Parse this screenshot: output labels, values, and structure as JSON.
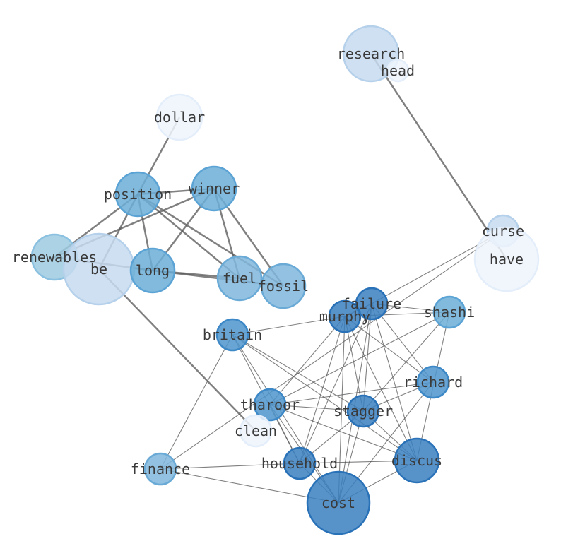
{
  "nodes": [
    {
      "id": "research",
      "label": "research",
      "tone": "light"
    },
    {
      "id": "head",
      "label": "head",
      "tone": "pale"
    },
    {
      "id": "dollar",
      "label": "dollar",
      "tone": "pale"
    },
    {
      "id": "position",
      "label": "position",
      "tone": "mid"
    },
    {
      "id": "winner",
      "label": "winner",
      "tone": "mid"
    },
    {
      "id": "renewables",
      "label": "renewables",
      "tone": "soft"
    },
    {
      "id": "be",
      "label": "be",
      "tone": "light"
    },
    {
      "id": "long",
      "label": "long",
      "tone": "mid"
    },
    {
      "id": "fuel",
      "label": "fuel",
      "tone": "midsoft"
    },
    {
      "id": "fossil",
      "label": "fossil",
      "tone": "midsoft"
    },
    {
      "id": "curse",
      "label": "curse",
      "tone": "light"
    },
    {
      "id": "have",
      "label": "have",
      "tone": "pale"
    },
    {
      "id": "failure",
      "label": "failure",
      "tone": "dark"
    },
    {
      "id": "murphy",
      "label": "murphy",
      "tone": "dark"
    },
    {
      "id": "shashi",
      "label": "shashi",
      "tone": "mid"
    },
    {
      "id": "britain",
      "label": "britain",
      "tone": "middark"
    },
    {
      "id": "richard",
      "label": "richard",
      "tone": "middark"
    },
    {
      "id": "tharoor",
      "label": "tharoor",
      "tone": "middark"
    },
    {
      "id": "stagger",
      "label": "stagger",
      "tone": "dark"
    },
    {
      "id": "clean",
      "label": "clean",
      "tone": "pale"
    },
    {
      "id": "finance",
      "label": "finance",
      "tone": "midsoft"
    },
    {
      "id": "household",
      "label": "household",
      "tone": "dark"
    },
    {
      "id": "discus",
      "label": "discus",
      "tone": "dark"
    },
    {
      "id": "cost",
      "label": "cost",
      "tone": "dark"
    }
  ],
  "edges_strong": [
    [
      "dollar",
      "position"
    ],
    [
      "position",
      "winner"
    ],
    [
      "position",
      "renewables"
    ],
    [
      "position",
      "be"
    ],
    [
      "position",
      "long"
    ],
    [
      "position",
      "fuel"
    ],
    [
      "position",
      "fossil"
    ],
    [
      "winner",
      "renewables"
    ],
    [
      "winner",
      "long"
    ],
    [
      "winner",
      "fuel"
    ],
    [
      "winner",
      "fossil"
    ],
    [
      "long",
      "fuel"
    ],
    [
      "long",
      "fossil"
    ],
    [
      "renewables",
      "long"
    ],
    [
      "be",
      "clean"
    ],
    [
      "research",
      "have"
    ]
  ],
  "edges_weak": [
    [
      "curse",
      "failure"
    ],
    [
      "curse",
      "finance"
    ],
    [
      "britain",
      "murphy"
    ],
    [
      "britain",
      "finance"
    ],
    [
      "britain",
      "stagger"
    ],
    [
      "britain",
      "discus"
    ],
    [
      "britain",
      "household"
    ],
    [
      "britain",
      "cost"
    ],
    [
      "murphy",
      "failure"
    ],
    [
      "murphy",
      "shashi"
    ],
    [
      "murphy",
      "tharoor"
    ],
    [
      "murphy",
      "household"
    ],
    [
      "murphy",
      "stagger"
    ],
    [
      "murphy",
      "cost"
    ],
    [
      "murphy",
      "richard"
    ],
    [
      "murphy",
      "discus"
    ],
    [
      "failure",
      "shashi"
    ],
    [
      "failure",
      "stagger"
    ],
    [
      "failure",
      "cost"
    ],
    [
      "failure",
      "discus"
    ],
    [
      "failure",
      "richard"
    ],
    [
      "failure",
      "household"
    ],
    [
      "shashi",
      "tharoor"
    ],
    [
      "shashi",
      "stagger"
    ],
    [
      "shashi",
      "discus"
    ],
    [
      "richard",
      "tharoor"
    ],
    [
      "richard",
      "stagger"
    ],
    [
      "richard",
      "cost"
    ],
    [
      "tharoor",
      "stagger"
    ],
    [
      "tharoor",
      "household"
    ],
    [
      "tharoor",
      "cost"
    ],
    [
      "tharoor",
      "discus"
    ],
    [
      "stagger",
      "household"
    ],
    [
      "stagger",
      "cost"
    ],
    [
      "stagger",
      "discus"
    ],
    [
      "household",
      "discus"
    ],
    [
      "household",
      "cost"
    ],
    [
      "household",
      "finance"
    ],
    [
      "finance",
      "cost"
    ],
    [
      "discus",
      "cost"
    ]
  ],
  "tone_colors": {
    "pale": "#eef5fd",
    "light": "#c6dbef",
    "soft": "#9ecae1",
    "midsoft": "#7fb6dc",
    "mid": "#6baed6",
    "middark": "#4f95cc",
    "dark": "#3a7fbf"
  },
  "edge_color": "#555555"
}
